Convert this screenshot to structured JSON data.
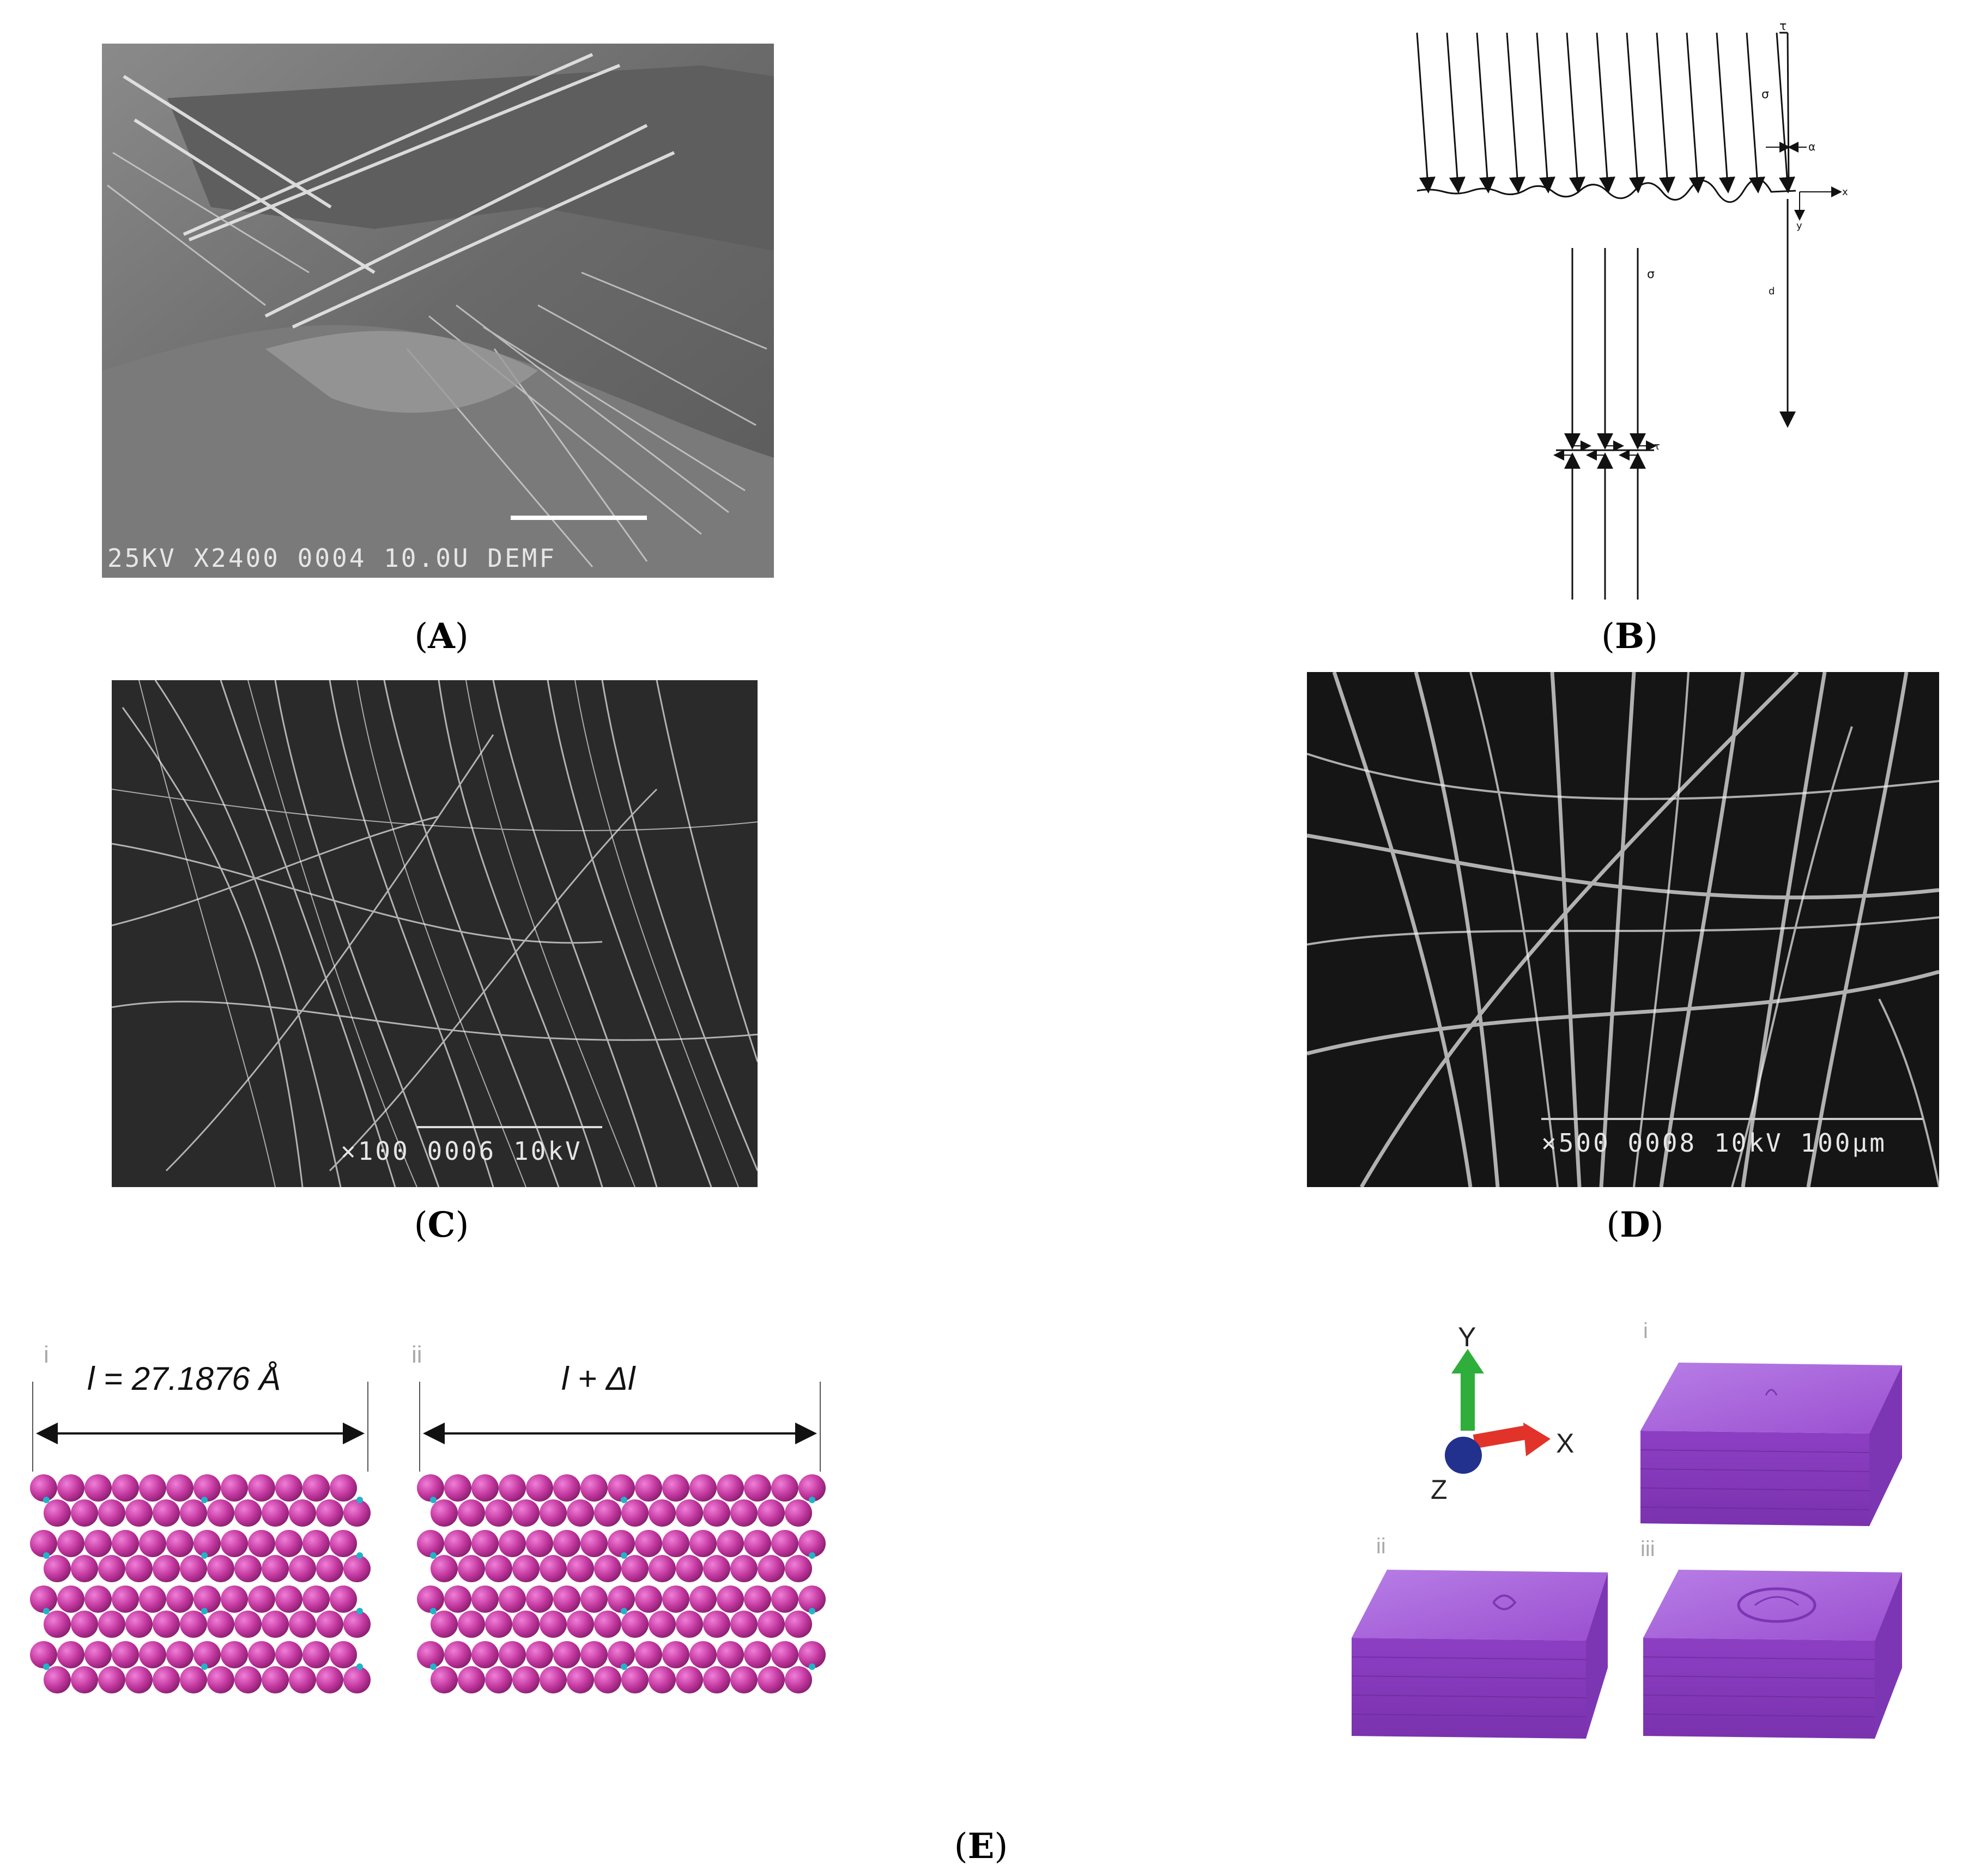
{
  "captions": {
    "A": "A",
    "B": "B",
    "C": "C",
    "D": "D",
    "E": "E"
  },
  "panel_a": {
    "sem_label": "25KV X2400   0004   10.0U  DEMF"
  },
  "panel_b": {
    "tau_top": "τ",
    "sigma_top": "σ",
    "alpha": "α",
    "x_axis": "x",
    "y_axis": "y",
    "d": "d",
    "sigma_bottom": "σ",
    "tau_bottom": "τ"
  },
  "panel_c": {
    "sem_label": "×100  0006  10kV"
  },
  "panel_d": {
    "sem_label": "×500  0008  10kV 100μm"
  },
  "panel_e_left": {
    "label_i": "i",
    "label_ii": "ii",
    "length_i": "l = 27.1876 Å",
    "length_ii": "l + Δl",
    "atom_color": "#c2379e",
    "bond_color": "#20b4c8"
  },
  "panel_e_right": {
    "axis_y": "Y",
    "axis_x": "X",
    "axis_z": "Z",
    "label_i": "i",
    "label_ii": "ii",
    "label_iii": "iii",
    "block_color": "#9b4fd0",
    "axis_colors": {
      "y": "#2fae3b",
      "x": "#e2332a",
      "z": "#22308e"
    }
  }
}
